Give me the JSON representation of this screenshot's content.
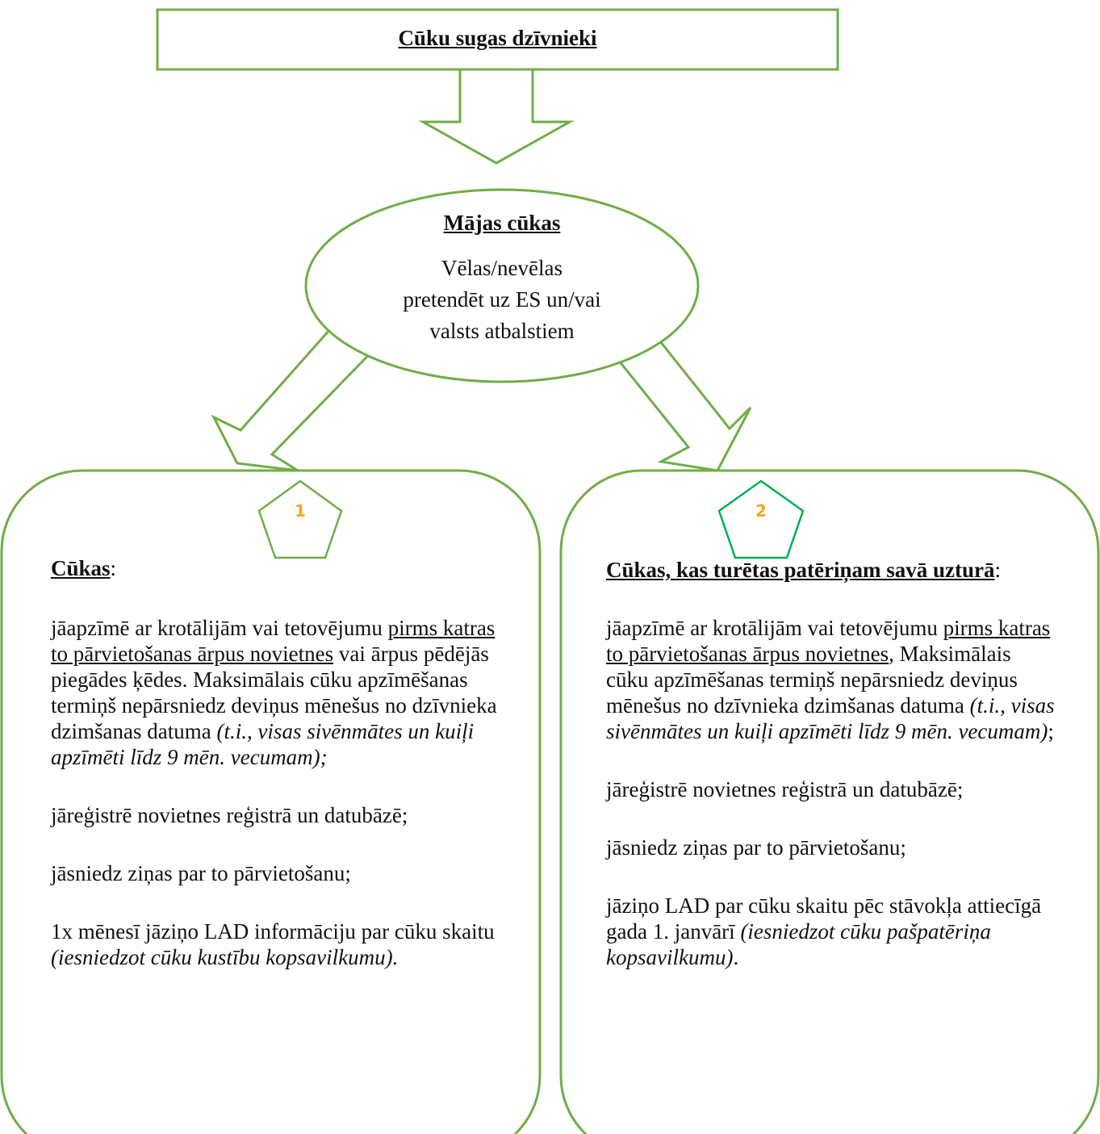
{
  "colors": {
    "stroke": "#70ad47",
    "badge_stroke_1": "#70ad47",
    "badge_stroke_2": "#00b050",
    "badge_text": "#f5a623"
  },
  "top_box": {
    "title": "Cūku sugas dzīvnieki"
  },
  "ellipse": {
    "title": "Mājas cūkas",
    "line1": "Vēlas/nevēlas",
    "line2": "pretendēt uz ES un/vai",
    "line3": "valsts atbalstiem"
  },
  "left": {
    "badge": "1",
    "title": "Cūkas",
    "title_suffix": ":",
    "p1_a": "jāapzīmē ar krotālijām vai tetovējumu",
    "p1_u": "pirms katras to pārvietošanas ārpus novietnes",
    "p1_b": " vai ārpus pēdējās piegādes ķēdes. Maksimālais cūku apzīmēšanas termiņš nepārsniedz deviņus mēnešus no dzīvnieka dzimšanas datuma ",
    "p1_i": "(t.i., visas sivēnmātes un kuiļi apzīmēti līdz 9 mēn. vecumam);",
    "p2": "jāreģistrē novietnes reģistrā un datubāzē;",
    "p3": "jāsniedz ziņas par to pārvietošanu;",
    "p4_a": "1x mēnesī jāziņo LAD informāciju par cūku skaitu ",
    "p4_i": "(iesniedzot cūku kustību kopsavilkumu)."
  },
  "right": {
    "badge": "2",
    "title": "Cūkas, kas turētas patēriņam savā uzturā",
    "title_suffix": ":",
    "p1_a": "jāapzīmē ar krotālijām vai tetovējumu",
    "p1_u": "pirms katras to pārvietošanas ārpus novietnes",
    "p1_b": ", Maksimālais cūku apzīmēšanas termiņš nepārsniedz deviņus mēnešus no dzīvnieka dzimšanas datuma ",
    "p1_i": "(t.i., visas sivēnmātes un kuiļi apzīmēti līdz 9 mēn. vecumam)",
    "p1_end": ";",
    "p2": "jāreģistrē novietnes reģistrā un datubāzē;",
    "p3": "jāsniedz ziņas par to pārvietošanu;",
    "p4_a": "jāziņo LAD par cūku skaitu pēc stāvokļa attiecīgā gada 1. janvārī ",
    "p4_i": "(iesniedzot cūku pašpatēriņa kopsavilkumu)",
    "p4_end": "."
  }
}
